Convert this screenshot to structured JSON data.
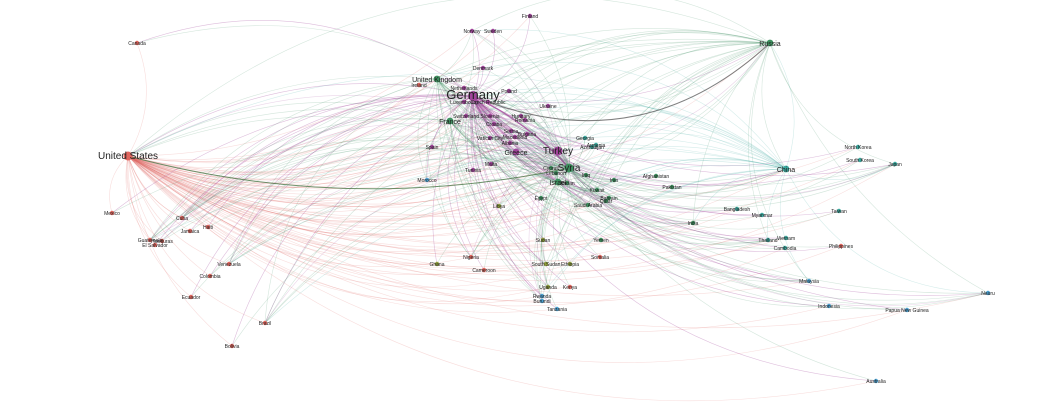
{
  "colors": {
    "americas": "#e0665e",
    "europe": "#a0449a",
    "mideast": "#3d8f5e",
    "asia": "#3aa89e",
    "africa": "#8c9b3a",
    "pacific": "#4b9fcf",
    "hub_edge": "#555555"
  },
  "nodes": [
    {
      "id": "us",
      "label": "United States",
      "group": "americas",
      "size": "lg"
    },
    {
      "id": "canada",
      "label": "Canada",
      "group": "americas",
      "size": "sm"
    },
    {
      "id": "mexico",
      "label": "Mexico",
      "group": "americas",
      "size": "sm"
    },
    {
      "id": "cuba",
      "label": "Cuba",
      "group": "americas",
      "size": "sm"
    },
    {
      "id": "haiti",
      "label": "Haiti",
      "group": "americas",
      "size": "sm"
    },
    {
      "id": "jamaica",
      "label": "Jamaica",
      "group": "americas",
      "size": "sm"
    },
    {
      "id": "guatemala",
      "label": "Guatemala",
      "group": "americas",
      "size": "sm"
    },
    {
      "id": "honduras",
      "label": "Honduras",
      "group": "americas",
      "size": "sm"
    },
    {
      "id": "elsalvador",
      "label": "El Salvador",
      "group": "americas",
      "size": "sm"
    },
    {
      "id": "venezuela",
      "label": "Venezuela",
      "group": "americas",
      "size": "sm"
    },
    {
      "id": "colombia",
      "label": "Colombia",
      "group": "americas",
      "size": "sm"
    },
    {
      "id": "ecuador",
      "label": "Ecuador",
      "group": "americas",
      "size": "sm"
    },
    {
      "id": "brazil",
      "label": "Brazil",
      "group": "americas",
      "size": "sm"
    },
    {
      "id": "bolivia",
      "label": "Bolivia",
      "group": "americas",
      "size": "sm"
    },
    {
      "id": "finland",
      "label": "Finland",
      "group": "europe",
      "size": "sm"
    },
    {
      "id": "norway",
      "label": "Norway",
      "group": "europe",
      "size": "sm"
    },
    {
      "id": "sweden",
      "label": "Sweden",
      "group": "europe",
      "size": "sm"
    },
    {
      "id": "denmark",
      "label": "Denmark",
      "group": "europe",
      "size": "sm"
    },
    {
      "id": "uk",
      "label": "United Kingdom",
      "group": "mideast",
      "size": "md"
    },
    {
      "id": "ireland",
      "label": "Ireland",
      "group": "americas",
      "size": "sm"
    },
    {
      "id": "netherlands",
      "label": "Netherlands",
      "group": "europe",
      "size": "sm"
    },
    {
      "id": "germany",
      "label": "Germany",
      "group": "europe",
      "size": "xl"
    },
    {
      "id": "luxembourg",
      "label": "Luxembourg",
      "group": "europe",
      "size": "sm"
    },
    {
      "id": "czech",
      "label": "Czech Republic",
      "group": "europe",
      "size": "sm"
    },
    {
      "id": "poland",
      "label": "Poland",
      "group": "europe",
      "size": "sm"
    },
    {
      "id": "ukraine",
      "label": "Ukraine",
      "group": "europe",
      "size": "sm"
    },
    {
      "id": "france",
      "label": "France",
      "group": "mideast",
      "size": "md"
    },
    {
      "id": "switzerland",
      "label": "Switzerland",
      "group": "europe",
      "size": "sm"
    },
    {
      "id": "hungary",
      "label": "Hungary",
      "group": "europe",
      "size": "sm"
    },
    {
      "id": "slovenia",
      "label": "Slovenia",
      "group": "europe",
      "size": "sm"
    },
    {
      "id": "croatia",
      "label": "Croatia",
      "group": "europe",
      "size": "sm"
    },
    {
      "id": "romania",
      "label": "Romania",
      "group": "europe",
      "size": "sm"
    },
    {
      "id": "serbia",
      "label": "Serbia",
      "group": "europe",
      "size": "sm"
    },
    {
      "id": "bulgaria",
      "label": "Bulgaria",
      "group": "europe",
      "size": "sm"
    },
    {
      "id": "macedonia",
      "label": "Macedonia",
      "group": "europe",
      "size": "sm"
    },
    {
      "id": "albania",
      "label": "Albania",
      "group": "europe",
      "size": "sm"
    },
    {
      "id": "vatican",
      "label": "Vatican City",
      "group": "europe",
      "size": "sm"
    },
    {
      "id": "greece",
      "label": "Greece",
      "group": "europe",
      "size": "md"
    },
    {
      "id": "spain",
      "label": "Spain",
      "group": "europe",
      "size": "sm"
    },
    {
      "id": "morocco",
      "label": "Morocco",
      "group": "pacific",
      "size": "sm"
    },
    {
      "id": "tunisia",
      "label": "Tunisia",
      "group": "europe",
      "size": "sm"
    },
    {
      "id": "malta",
      "label": "Malta",
      "group": "europe",
      "size": "sm"
    },
    {
      "id": "russia",
      "label": "Russia",
      "group": "mideast",
      "size": "md"
    },
    {
      "id": "turkey",
      "label": "Turkey",
      "group": "europe",
      "size": "lg"
    },
    {
      "id": "syria",
      "label": "Syria",
      "group": "mideast",
      "size": "lg"
    },
    {
      "id": "georgia",
      "label": "Georgia",
      "group": "asia",
      "size": "sm"
    },
    {
      "id": "armenia",
      "label": "Armenia",
      "group": "asia",
      "size": "sm"
    },
    {
      "id": "azerbaijan",
      "label": "Azerbaijan",
      "group": "asia",
      "size": "sm"
    },
    {
      "id": "cyprus",
      "label": "Cyprus",
      "group": "mideast",
      "size": "sm"
    },
    {
      "id": "lebanon",
      "label": "Lebanon",
      "group": "mideast",
      "size": "sm"
    },
    {
      "id": "iraq",
      "label": "Iraq",
      "group": "mideast",
      "size": "sm"
    },
    {
      "id": "iran",
      "label": "Iran",
      "group": "mideast",
      "size": "sm"
    },
    {
      "id": "israel",
      "label": "Israel",
      "group": "mideast",
      "size": "md"
    },
    {
      "id": "jordan",
      "label": "Jordan",
      "group": "mideast",
      "size": "sm"
    },
    {
      "id": "kuwait",
      "label": "Kuwait",
      "group": "mideast",
      "size": "sm"
    },
    {
      "id": "qatar",
      "label": "Qatar",
      "group": "mideast",
      "size": "sm"
    },
    {
      "id": "bahrain",
      "label": "Bahrain",
      "group": "mideast",
      "size": "sm"
    },
    {
      "id": "saudi",
      "label": "Saudi Arabia",
      "group": "mideast",
      "size": "sm"
    },
    {
      "id": "yemen",
      "label": "Yemen",
      "group": "mideast",
      "size": "sm"
    },
    {
      "id": "egypt",
      "label": "Egypt",
      "group": "mideast",
      "size": "sm"
    },
    {
      "id": "libya",
      "label": "Libya",
      "group": "africa",
      "size": "sm"
    },
    {
      "id": "afghanistan",
      "label": "Afghanistan",
      "group": "mideast",
      "size": "sm"
    },
    {
      "id": "pakistan",
      "label": "Pakistan",
      "group": "mideast",
      "size": "sm"
    },
    {
      "id": "india",
      "label": "India",
      "group": "mideast",
      "size": "sm"
    },
    {
      "id": "bangladesh",
      "label": "Bangladesh",
      "group": "asia",
      "size": "sm"
    },
    {
      "id": "myanmar",
      "label": "Myanmar",
      "group": "asia",
      "size": "sm"
    },
    {
      "id": "thailand",
      "label": "Thailand",
      "group": "asia",
      "size": "sm"
    },
    {
      "id": "cambodia",
      "label": "Cambodia",
      "group": "asia",
      "size": "sm"
    },
    {
      "id": "vietnam",
      "label": "Vietnam",
      "group": "asia",
      "size": "sm"
    },
    {
      "id": "china",
      "label": "China",
      "group": "asia",
      "size": "md"
    },
    {
      "id": "northkorea",
      "label": "North Korea",
      "group": "asia",
      "size": "sm"
    },
    {
      "id": "southkorea",
      "label": "South Korea",
      "group": "asia",
      "size": "sm"
    },
    {
      "id": "japan",
      "label": "Japan",
      "group": "asia",
      "size": "sm"
    },
    {
      "id": "taiwan",
      "label": "Taiwan",
      "group": "asia",
      "size": "sm"
    },
    {
      "id": "philippines",
      "label": "Philippines",
      "group": "americas",
      "size": "sm"
    },
    {
      "id": "malaysia",
      "label": "Malaysia",
      "group": "pacific",
      "size": "sm"
    },
    {
      "id": "indonesia",
      "label": "Indonesia",
      "group": "pacific",
      "size": "sm"
    },
    {
      "id": "png",
      "label": "Papua New Guinea",
      "group": "pacific",
      "size": "sm"
    },
    {
      "id": "nauru",
      "label": "Nauru",
      "group": "pacific",
      "size": "sm"
    },
    {
      "id": "australia",
      "label": "Australia",
      "group": "pacific",
      "size": "sm"
    },
    {
      "id": "sudan",
      "label": "Sudan",
      "group": "africa",
      "size": "sm"
    },
    {
      "id": "southsudan",
      "label": "South Sudan",
      "group": "africa",
      "size": "sm"
    },
    {
      "id": "ethiopia",
      "label": "Ethiopia",
      "group": "africa",
      "size": "sm"
    },
    {
      "id": "somalia",
      "label": "Somalia",
      "group": "americas",
      "size": "sm"
    },
    {
      "id": "nigeria",
      "label": "Nigeria",
      "group": "americas",
      "size": "sm"
    },
    {
      "id": "ghana",
      "label": "Ghana",
      "group": "africa",
      "size": "sm"
    },
    {
      "id": "cameroon",
      "label": "Cameroon",
      "group": "americas",
      "size": "sm"
    },
    {
      "id": "uganda",
      "label": "Uganda",
      "group": "africa",
      "size": "sm"
    },
    {
      "id": "kenya",
      "label": "Kenya",
      "group": "americas",
      "size": "sm"
    },
    {
      "id": "rwanda",
      "label": "Rwanda",
      "group": "pacific",
      "size": "sm"
    },
    {
      "id": "burundi",
      "label": "Burundi",
      "group": "pacific",
      "size": "sm"
    },
    {
      "id": "tanzania",
      "label": "Tanzania",
      "group": "pacific",
      "size": "sm"
    }
  ]
}
